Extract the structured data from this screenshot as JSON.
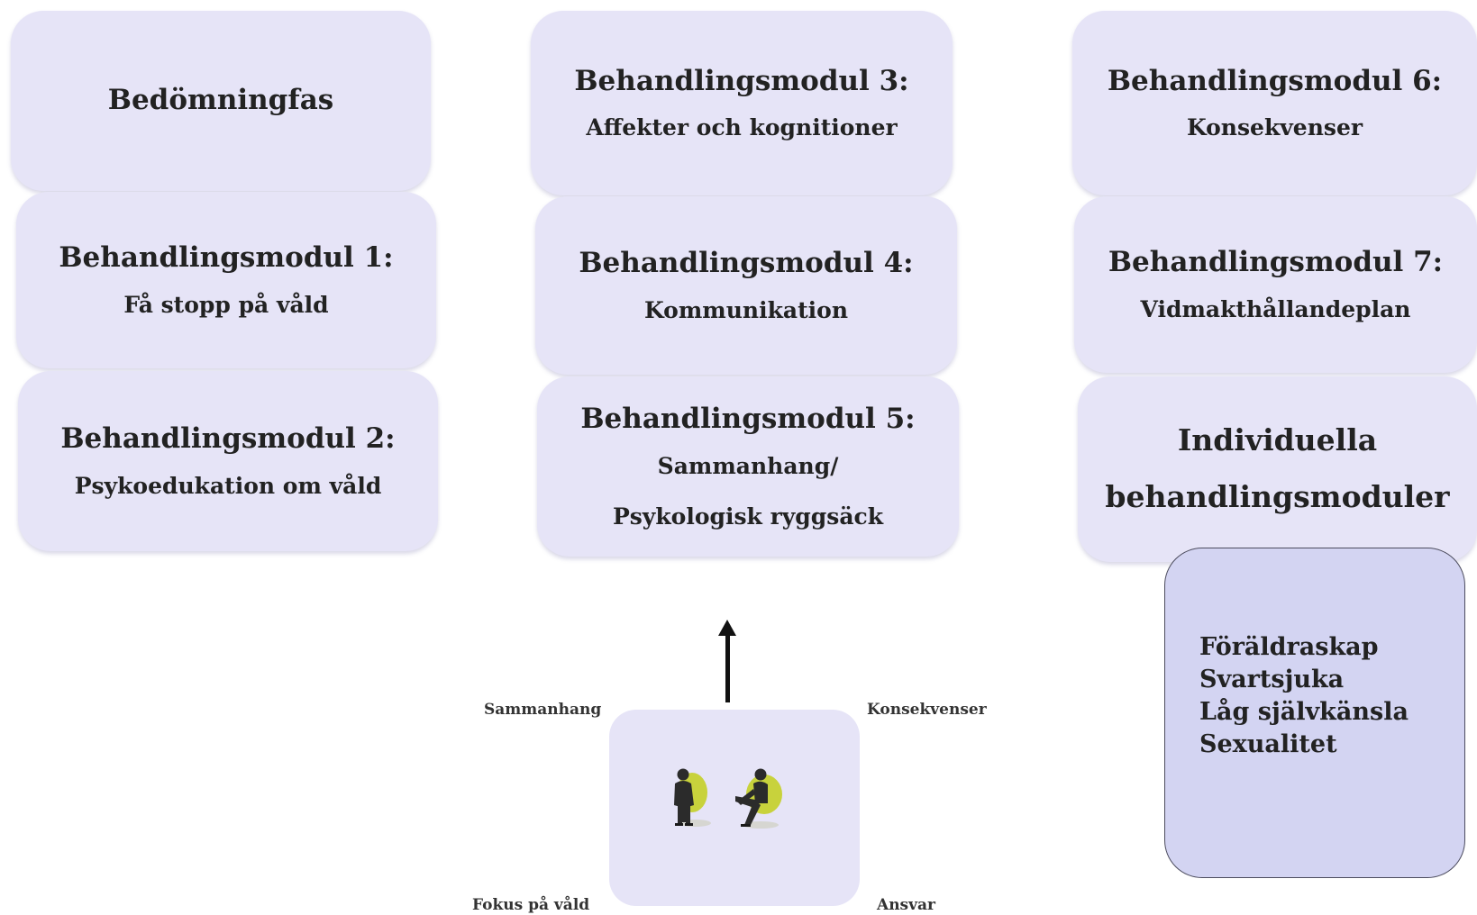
{
  "column1": {
    "box0": {
      "title": "Bedömningfas"
    },
    "box1": {
      "title": "Behandlingsmodul 1:",
      "sub": "Få stopp på våld"
    },
    "box2": {
      "title": "Behandlingsmodul 2:",
      "sub": "Psykoedukation om våld"
    }
  },
  "column2": {
    "box3": {
      "title": "Behandlingsmodul 3:",
      "sub": "Affekter och kognitioner"
    },
    "box4": {
      "title": "Behandlingsmodul 4:",
      "sub": "Kommunikation"
    },
    "box5": {
      "title": "Behandlingsmodul 5:",
      "sub1": "Sammanhang/",
      "sub2": "Psykologisk ryggsäck"
    }
  },
  "column3": {
    "box6": {
      "title": "Behandlingsmodul 6:",
      "sub": "Konsekvenser"
    },
    "box7": {
      "title": "Behandlingsmodul 7:",
      "sub": "Vidmakthållandeplan"
    },
    "box8": {
      "line1": "Individuella",
      "line2": "behandlingsmoduler"
    }
  },
  "individual_list": [
    "Föräldraskap",
    "Svartsjuka",
    "Låg självkänsla",
    "Sexualitet"
  ],
  "center": {
    "top_left": "Sammanhang",
    "top_right": "Konsekvenser",
    "bottom_left": "Fokus på våld",
    "bottom_right": "Ansvar",
    "illustration_icon": "therapy-session-icon"
  },
  "colors": {
    "box_fill": "#e6e4f7",
    "list_box_fill": "#d3d4f2",
    "chair_accent": "#c8d23c",
    "arrow": "#111111"
  }
}
